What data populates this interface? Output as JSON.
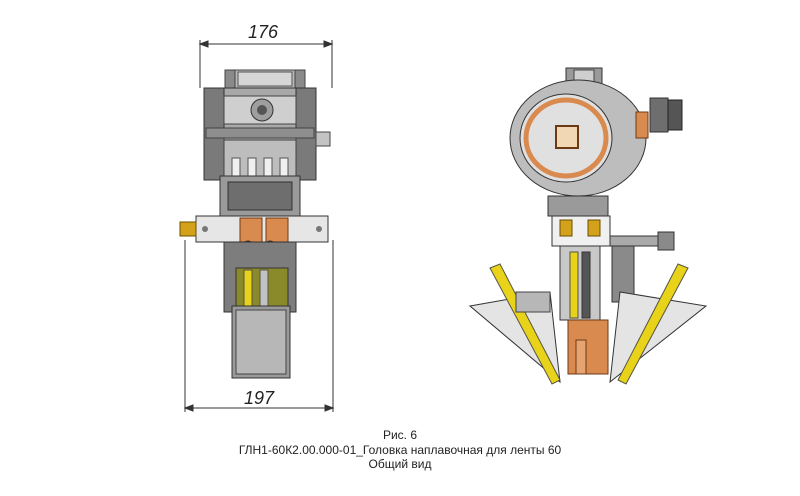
{
  "dimensions": {
    "top_width": "176",
    "bottom_width": "197"
  },
  "caption": {
    "fig": "Рис. 6",
    "title": "ГЛН1-60К2.00.000-01_Головка наплавочная для ленты 60",
    "subtitle": "Общий вид"
  },
  "colors": {
    "steel_dark": "#6e6e6e",
    "steel_mid": "#9a9a9a",
    "steel_light": "#c8c8c8",
    "copper": "#d98a4e",
    "brass": "#d4a21a",
    "yellow_strip": "#e8d21a",
    "olive": "#8a8a2a"
  }
}
